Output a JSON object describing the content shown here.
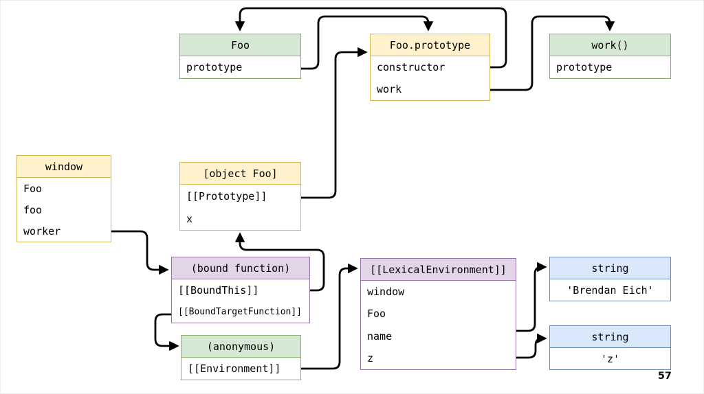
{
  "page": {
    "number": "57",
    "background": "#ffffff",
    "line_color": "#000000"
  },
  "palette": {
    "green": {
      "fill": "#d5e8d4",
      "border": "#82b366"
    },
    "yellow": {
      "fill": "#fff2cc",
      "border": "#d6b656"
    },
    "purple": {
      "fill": "#e1d5e7",
      "border": "#9673a6"
    },
    "blue": {
      "fill": "#dae8fc",
      "border": "#6c8ebf"
    }
  },
  "nodes": {
    "foo": {
      "title": "Foo",
      "rows": [
        "prototype"
      ],
      "color": "green"
    },
    "foo_prototype": {
      "title": "Foo.prototype",
      "rows": [
        "constructor",
        "work"
      ],
      "color": "yellow"
    },
    "work_fn": {
      "title": "work()",
      "rows": [
        "prototype"
      ],
      "color": "green"
    },
    "window_obj": {
      "title": "window",
      "rows": [
        "Foo",
        "foo",
        "worker"
      ],
      "color": "yellow"
    },
    "object_foo": {
      "title": "[object Foo]",
      "rows": [
        "[[Prototype]]",
        "x"
      ],
      "color": "yellow"
    },
    "bound_function": {
      "title": "(bound function)",
      "rows": [
        "[[BoundThis]]",
        "[[BoundTargetFunction]]"
      ],
      "color": "purple"
    },
    "anonymous_fn": {
      "title": "(anonymous)",
      "rows": [
        "[[Environment]]"
      ],
      "color": "green"
    },
    "lexical_environment": {
      "title": "[[LexicalEnvironment]]",
      "rows": [
        "window",
        "Foo",
        "name",
        "z"
      ],
      "color": "purple"
    },
    "string_brendan": {
      "title": "string",
      "rows": [
        "'Brendan Eich'"
      ],
      "color": "blue"
    },
    "string_z": {
      "title": "string",
      "rows": [
        "'z'"
      ],
      "color": "blue"
    }
  },
  "edges": [
    {
      "from": "Foo.prototype (property row of Foo)",
      "to": "Foo.prototype (object, top)"
    },
    {
      "from": "Foo.prototype.constructor",
      "to": "Foo (top)"
    },
    {
      "from": "Foo.prototype.work",
      "to": "work() (top)"
    },
    {
      "from": "[object Foo].[[Prototype]]",
      "to": "Foo.prototype (left)"
    },
    {
      "from": "window.worker",
      "to": "(bound function) (left)"
    },
    {
      "from": "(bound function).[[BoundThis]]",
      "to": "[object Foo] (bottom)"
    },
    {
      "from": "(bound function).[[BoundTargetFunction]]",
      "to": "(anonymous) (left)"
    },
    {
      "from": "(anonymous).[[Environment]]",
      "to": "[[LexicalEnvironment]] (left)"
    },
    {
      "from": "[[LexicalEnvironment]].name",
      "to": "string 'Brendan Eich' (left)"
    },
    {
      "from": "[[LexicalEnvironment]].z",
      "to": "string 'z' (left)"
    }
  ]
}
